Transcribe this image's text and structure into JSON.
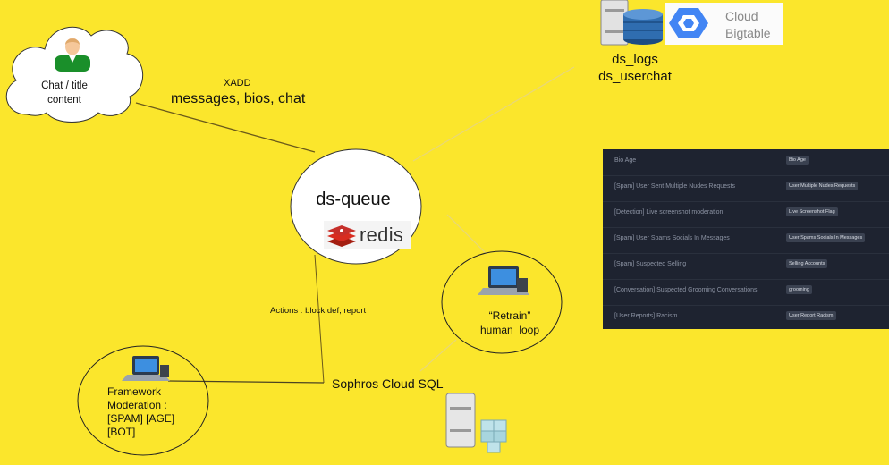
{
  "cloud": {
    "label_line1": "Chat / title",
    "label_line2": "content",
    "icon": "user-icon"
  },
  "edge_cloud_queue": {
    "command": "XADD",
    "payload": "messages, bios, chat"
  },
  "queue": {
    "title": "ds-queue",
    "logo_text": "redis",
    "icon": "redis-icon"
  },
  "storage": {
    "line1": "ds_logs",
    "line2": "ds_userchat",
    "icon": "database-server-icon",
    "product_line1": "Cloud",
    "product_line2": "Bigtable",
    "product_icon": "bigtable-hexagon-icon"
  },
  "moderation_table": {
    "rows": [
      {
        "label": "Bio Age",
        "tag": "Bio Age"
      },
      {
        "label": "[Spam] User Sent Multiple Nudes Requests",
        "tag": "User Multiple Nudes Requests"
      },
      {
        "label": "[Detection] Live screenshot moderation",
        "tag": "Live Screenshot Flag"
      },
      {
        "label": "[Spam] User Spams Socials In Messages",
        "tag": "User Spams Socials In Messages"
      },
      {
        "label": "[Spam] Suspected Selling",
        "tag": "Selling Accounts"
      },
      {
        "label": "[Conversation] Suspected Grooming Conversations",
        "tag": "grooming"
      },
      {
        "label": "[User Reports] Racism",
        "tag": "User Report Racism"
      }
    ]
  },
  "retrain": {
    "line1": "“Retrain”",
    "line2": "human  loop",
    "icon": "laptop-icon"
  },
  "actions": {
    "label": "Actions : block def, report"
  },
  "framework": {
    "line1": "Framework",
    "line2": "Moderation :",
    "line3": "[SPAM] [AGE]",
    "line4": "[BOT]",
    "icon": "laptop-icon"
  },
  "sql": {
    "label": "Sophros Cloud SQL",
    "icon": "server-database-icon"
  },
  "colors": {
    "background": "#fbe62c",
    "node_fill": "#ffffff",
    "redis_red": "#c6302b",
    "panel": "#1e2330"
  }
}
